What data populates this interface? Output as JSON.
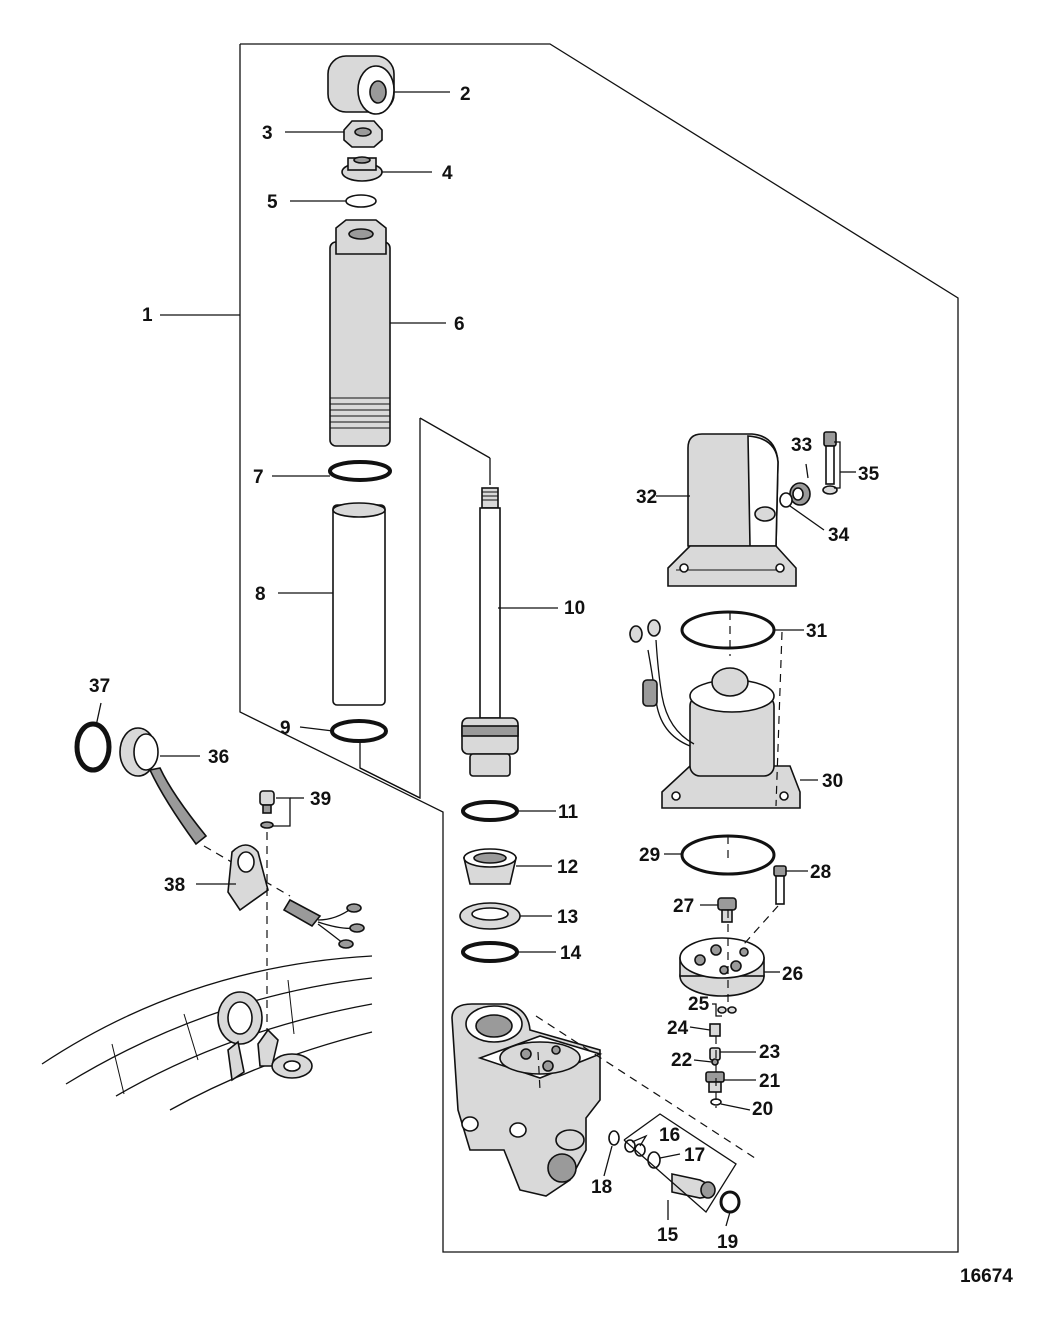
{
  "diagram": {
    "reference_number": "16674",
    "callouts": {
      "c1": "1",
      "c2": "2",
      "c3": "3",
      "c4": "4",
      "c5": "5",
      "c6": "6",
      "c7": "7",
      "c8": "8",
      "c9": "9",
      "c10": "10",
      "c11": "11",
      "c12": "12",
      "c13": "13",
      "c14": "14",
      "c15": "15",
      "c16": "16",
      "c17": "17",
      "c18": "18",
      "c19": "19",
      "c20": "20",
      "c21": "21",
      "c22": "22",
      "c23": "23",
      "c24": "24",
      "c25": "25",
      "c26": "26",
      "c27": "27",
      "c28": "28",
      "c29": "29",
      "c30": "30",
      "c31": "31",
      "c32": "32",
      "c33": "33",
      "c34": "34",
      "c35": "35",
      "c36": "36",
      "c37": "37",
      "c38": "38",
      "c39": "39"
    }
  }
}
